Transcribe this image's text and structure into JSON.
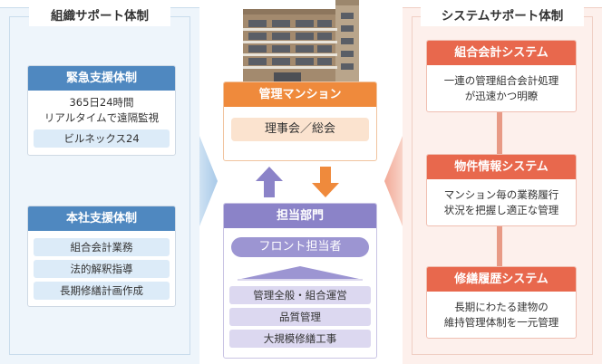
{
  "left_panel": {
    "title": "組織サポート体制",
    "emergency": {
      "title": "緊急支援体制",
      "line1": "365日24時間",
      "line2": "リアルタイムで遠隔監視",
      "pill": "ビルネックス24"
    },
    "headquarters": {
      "title": "本社支援体制",
      "items": [
        "組合会計業務",
        "法的解釈指導",
        "長期修繕計画作成"
      ]
    }
  },
  "center": {
    "mansion": {
      "title": "管理マンション",
      "pill": "理事会／総会"
    },
    "department": {
      "title": "担当部門",
      "front": "フロント担当者",
      "items": [
        "管理全般・組合運営",
        "品質管理",
        "大規模修繕工事"
      ]
    }
  },
  "right_panel": {
    "title": "システムサポート体制",
    "systems": [
      {
        "title": "組合会計システム",
        "line1": "一連の管理組合会計処理",
        "line2": "が迅速かつ明瞭"
      },
      {
        "title": "物件情報システム",
        "line1": "マンション毎の業務履行",
        "line2": "状況を把握し適正な管理"
      },
      {
        "title": "修繕履歴システム",
        "line1": "長期にわたる建物の",
        "line2": "維持管理体制を一元管理"
      }
    ]
  },
  "colors": {
    "blue": "#4f88c0",
    "red": "#e8684d",
    "purple": "#8b83c8",
    "orange": "#ef8a3c"
  }
}
